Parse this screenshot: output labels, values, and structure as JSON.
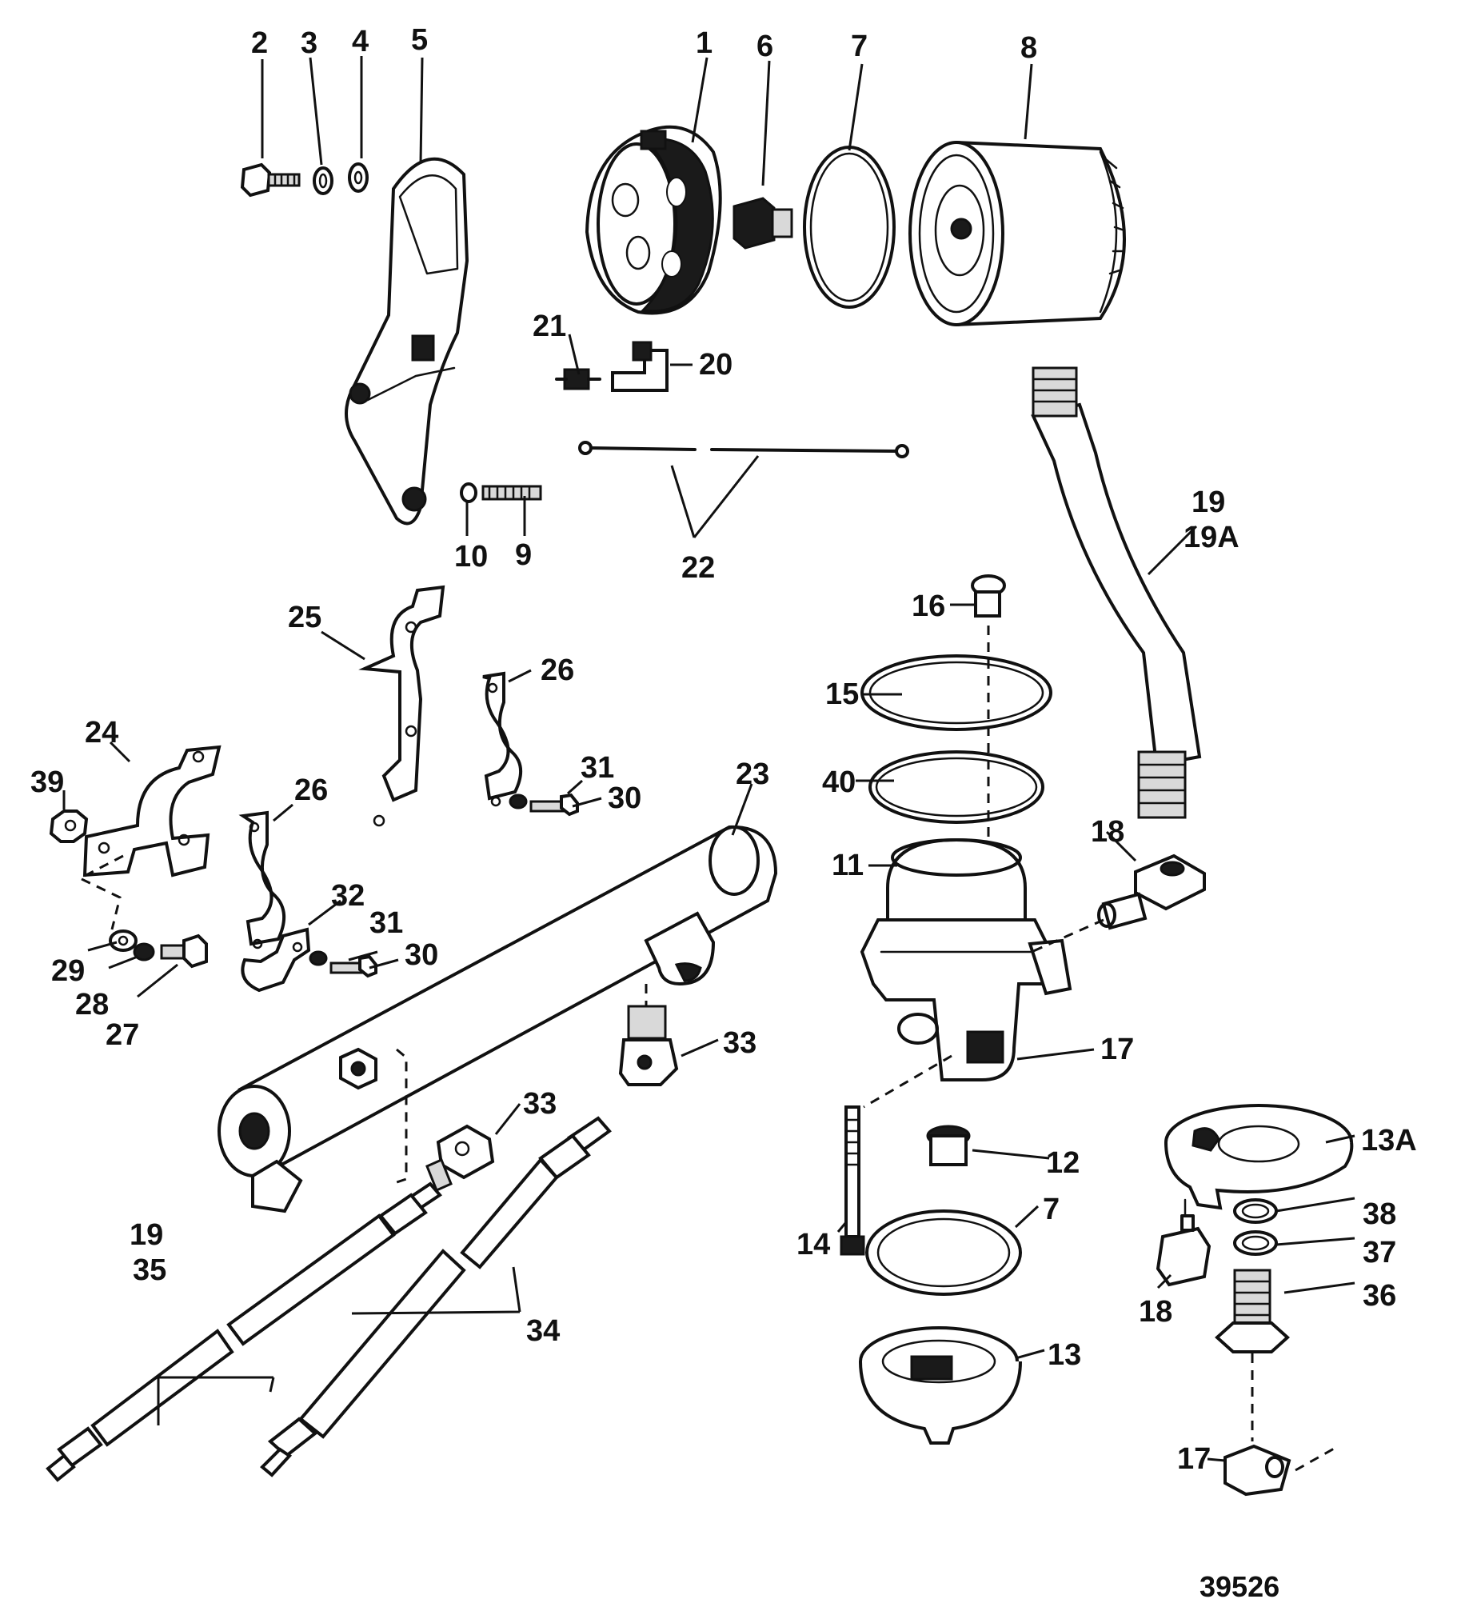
{
  "figure_id": "39526",
  "callouts": [
    "1",
    "2",
    "3",
    "4",
    "5",
    "6",
    "7",
    "8",
    "9",
    "10",
    "11",
    "12",
    "13",
    "13A",
    "14",
    "15",
    "16",
    "17",
    "18",
    "19",
    "19A",
    "20",
    "21",
    "22",
    "23",
    "24",
    "25",
    "26",
    "27",
    "28",
    "29",
    "30",
    "31",
    "32",
    "33",
    "34",
    "35",
    "36",
    "37",
    "38",
    "39",
    "40"
  ],
  "parts": [
    {
      "callout": "1",
      "icon": "oil-filter-adapter-icon"
    },
    {
      "callout": "5",
      "icon": "mounting-bracket-icon"
    },
    {
      "callout": "7",
      "icon": "o-ring-icon"
    },
    {
      "callout": "8",
      "icon": "oil-filter-icon"
    },
    {
      "callout": "11",
      "icon": "filter-housing-icon"
    },
    {
      "callout": "13",
      "icon": "filter-base-icon"
    },
    {
      "callout": "13A",
      "icon": "adapter-plate-icon"
    },
    {
      "callout": "19",
      "icon": "hose-icon"
    },
    {
      "callout": "22",
      "icon": "ground-wire-icon"
    },
    {
      "callout": "23",
      "icon": "oil-cooler-icon"
    },
    {
      "callout": "24",
      "icon": "clamp-icon"
    },
    {
      "callout": "33",
      "icon": "elbow-fitting-icon"
    },
    {
      "callout": "34",
      "icon": "hose-assembly-icon"
    }
  ]
}
